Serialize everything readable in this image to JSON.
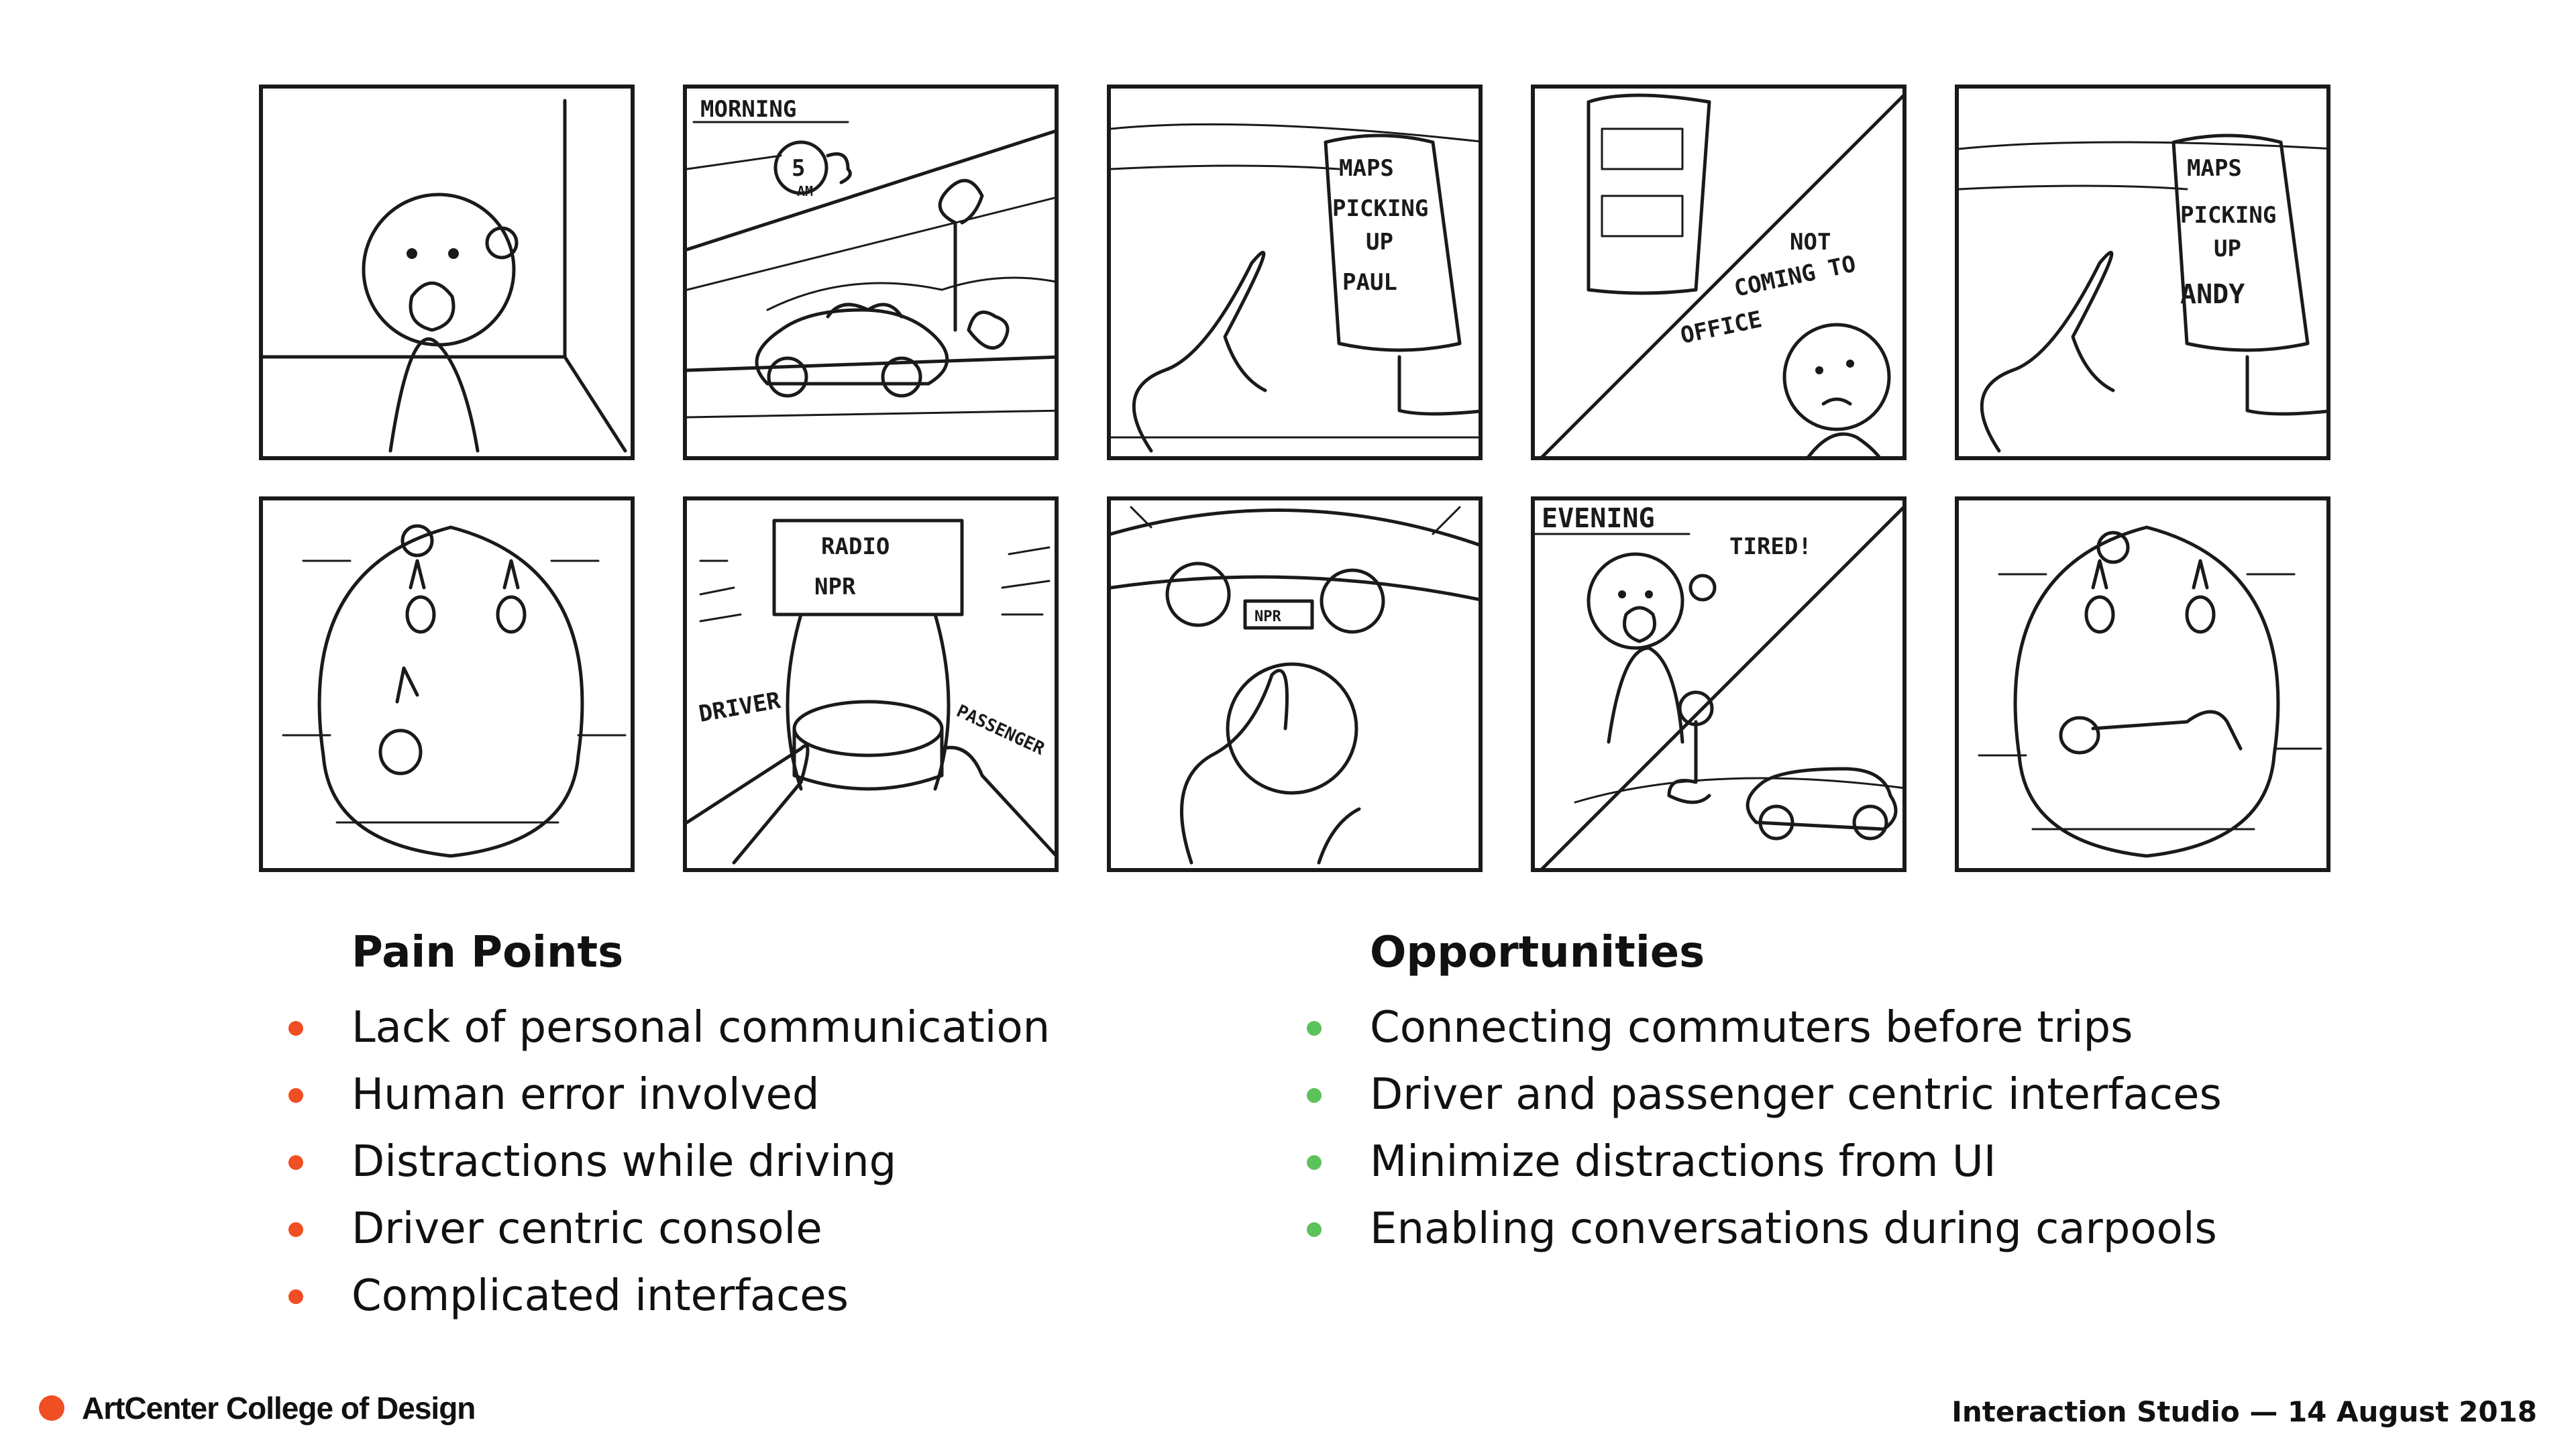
{
  "storyboard": {
    "panel_texts": {
      "morning": "MORNING",
      "sun": "5",
      "am": "AM",
      "maps1": "MAPS",
      "picking1": "PICKING",
      "up1": "UP",
      "paul": "PAUL",
      "not": "NOT",
      "coming": "COMING TO",
      "office": "OFFICE",
      "maps2": "MAPS",
      "picking2": "PICKING",
      "up2": "UP",
      "andy": "ANDY",
      "radio": "RADIO",
      "npr": "NPR",
      "driver": "DRIVER",
      "passenger": "PASSENGER",
      "npr2": "NPR",
      "evening": "EVENING",
      "tired": "TIRED!"
    }
  },
  "pain_points": {
    "title": "Pain Points",
    "items": [
      "Lack of personal communication",
      "Human error involved",
      "Distractions while driving",
      "Driver centric console",
      "Complicated interfaces"
    ],
    "bullet_color": "#f04e23"
  },
  "opportunities": {
    "title": "Opportunities",
    "items": [
      "Connecting commuters before trips",
      "Driver and passenger centric interfaces",
      "Minimize distractions from UI",
      "Enabling conversations during carpools"
    ],
    "bullet_color": "#5cc25c"
  },
  "footer": {
    "brand": "ArtCenter College of Design",
    "brand_color": "#f04e23",
    "course": "Interaction Studio — 14 August 2018"
  }
}
